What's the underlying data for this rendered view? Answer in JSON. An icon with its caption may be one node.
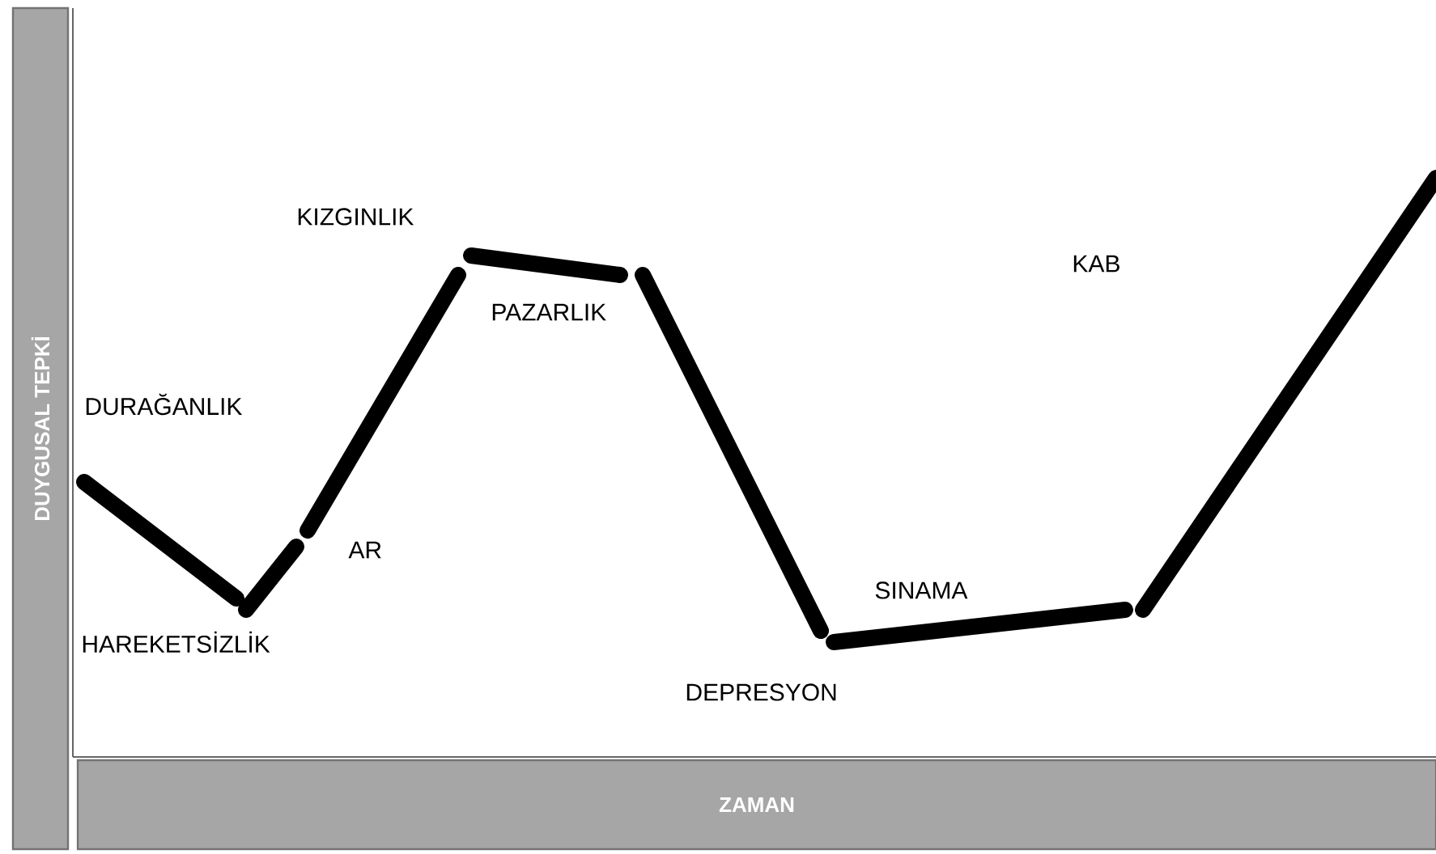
{
  "diagram": {
    "nodes": [
      {
        "text": [
          "DUYGUSAL TEPKİ"
        ]
      },
      {
        "text": [
          "ZAMAN"
        ]
      }
    ],
    "labels": [
      "KIZGINLIK",
      "KAB",
      "PAZARLIK",
      "DURAĞANLIK",
      "AR",
      "SINAMA",
      "HAREKETSİZLİK",
      "DEPRESYON"
    ]
  }
}
